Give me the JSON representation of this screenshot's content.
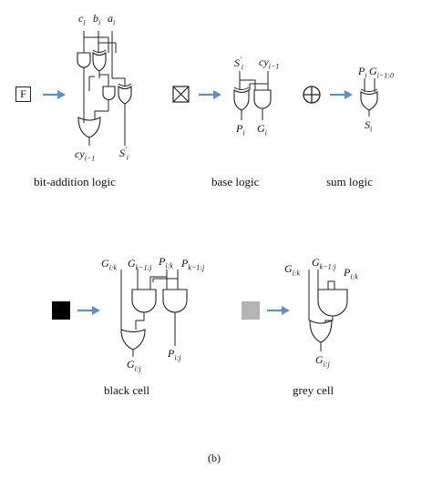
{
  "captions": {
    "bit_addition": "bit-addition logic",
    "base": "base logic",
    "sum": "sum logic",
    "black": "black cell",
    "grey": "grey cell",
    "figure": "(b)"
  },
  "symbols": {
    "f_box": "F",
    "base": "boxed-x-symbol",
    "sum": "circled-plus-symbol"
  },
  "colors": {
    "arrow": "#5b8fd0",
    "black_cell": "#000000",
    "grey_cell": "#b4b4b4"
  },
  "vars": {
    "ci": "c",
    "ci_s": "i",
    "bi": "b",
    "bi_s": "i",
    "ai": "a",
    "ai_s": "i",
    "cy1": "cy",
    "cy1_s": "i−1",
    "s1": "S",
    "s1_p": "′",
    "s1_s": "i",
    "bs": "S",
    "bs_p": "′",
    "bs_s": "i",
    "bcy": "cy",
    "bcy_s": "i−1",
    "bp": "P",
    "bp_s": "i",
    "bg": "G",
    "bg_s": "i",
    "sp": "P",
    "sp_s": "i",
    "sg": "G",
    "sg_s": "i−1:0",
    "ss": "S",
    "ss_s": "i",
    "k_gik": "G",
    "k_gik_s": "i:k",
    "k_gk": "G",
    "k_gk_s": "k−1:j",
    "k_pik": "P",
    "k_pik_s": "i:k",
    "k_pk": "P",
    "k_pk_s": "k−1:j",
    "k_gij": "G",
    "k_gij_s": "i:j",
    "k_pij": "P",
    "k_pij_s": "i:j",
    "g_gik": "G",
    "g_gik_s": "i:k",
    "g_gk": "G",
    "g_gk_s": "k−1:j",
    "g_pik": "P",
    "g_pik_s": "i:k",
    "g_gij": "G",
    "g_gij_s": "i:j"
  }
}
